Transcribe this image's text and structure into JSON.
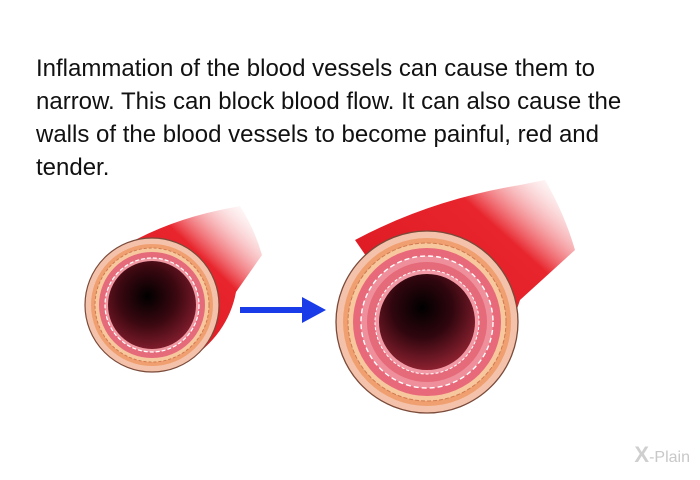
{
  "caption": "Inflammation of the blood vessels can cause them to narrow. This can block blood flow. It can also cause the walls of the blood vessels to become painful, red and tender.",
  "logo": {
    "mark": "X",
    "text": "-Plain"
  },
  "colors": {
    "vessel_red": "#e0202a",
    "outer_wall": "#f3b59a",
    "middle_layer": "#f0a070",
    "inner_wall": "#e8707d",
    "lumen_dark": "#000000",
    "arrow": "#1a3ce8"
  },
  "diagram": {
    "vessels": [
      {
        "state": "normal",
        "icon": "blood-vessel-normal-icon"
      },
      {
        "state": "inflamed-narrowed",
        "icon": "blood-vessel-inflamed-icon"
      }
    ],
    "arrow_icon": "right-arrow-icon"
  }
}
